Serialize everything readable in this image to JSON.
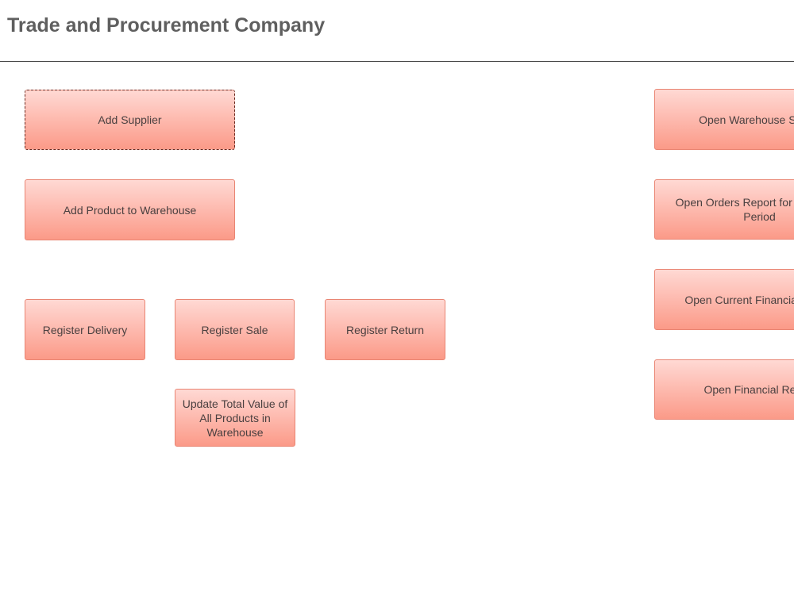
{
  "header": {
    "title": "Trade and Procurement Company"
  },
  "buttons": {
    "add_supplier": "Add Supplier",
    "add_product": "Add Product to Warehouse",
    "register_delivery": "Register Delivery",
    "register_sale": "Register Sale",
    "register_return": "Register Return",
    "update_total_value": "Update Total Value of All Products in Warehouse",
    "open_warehouse_status": "Open Warehouse Status",
    "open_orders_report": "Open Orders Report for a Specific Period",
    "open_current_financial": "Open Current Financial Status",
    "open_financial_report": "Open Financial Report"
  },
  "colors": {
    "button_top": "#ffd9d4",
    "button_bottom": "#fb9a88",
    "button_border": "#e98573",
    "title_text": "#5f5f5f"
  }
}
